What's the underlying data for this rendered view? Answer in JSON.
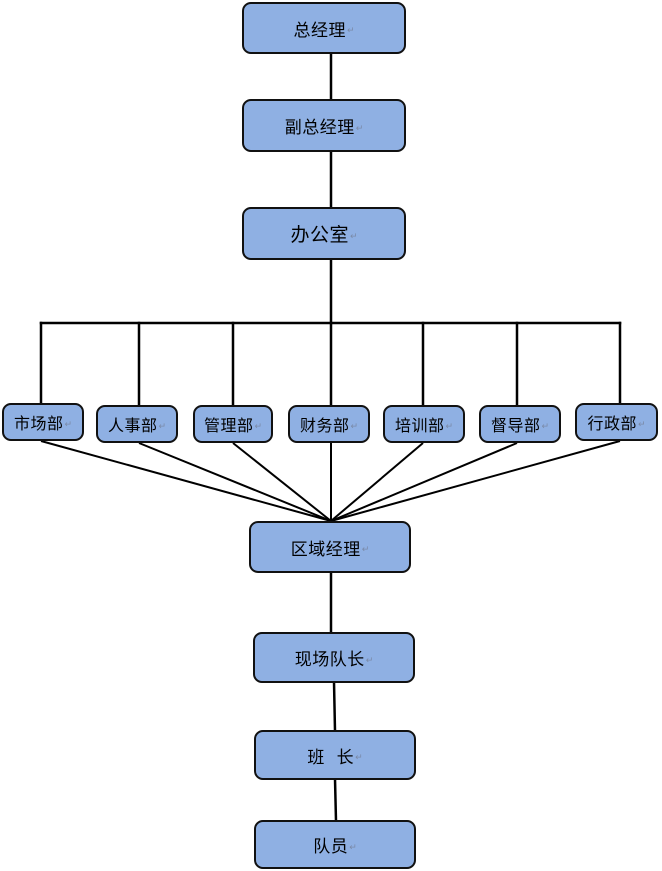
{
  "diagram": {
    "return_mark": "↵",
    "top_chain": {
      "general_manager": "总经理",
      "deputy_general_manager": "副总经理",
      "office": "办公室"
    },
    "departments": [
      "市场部",
      "人事部",
      "管理部",
      "财务部",
      "培训部",
      "督导部",
      "行政部"
    ],
    "bottom_chain": {
      "regional_manager": "区域经理",
      "site_captain": "现场队长",
      "squad_leader": "班  长",
      "team_member": "队员"
    },
    "colors": {
      "box_fill": "#8fb0e3",
      "border": "#111111",
      "line": "#000000",
      "background": "#ffffff"
    }
  }
}
